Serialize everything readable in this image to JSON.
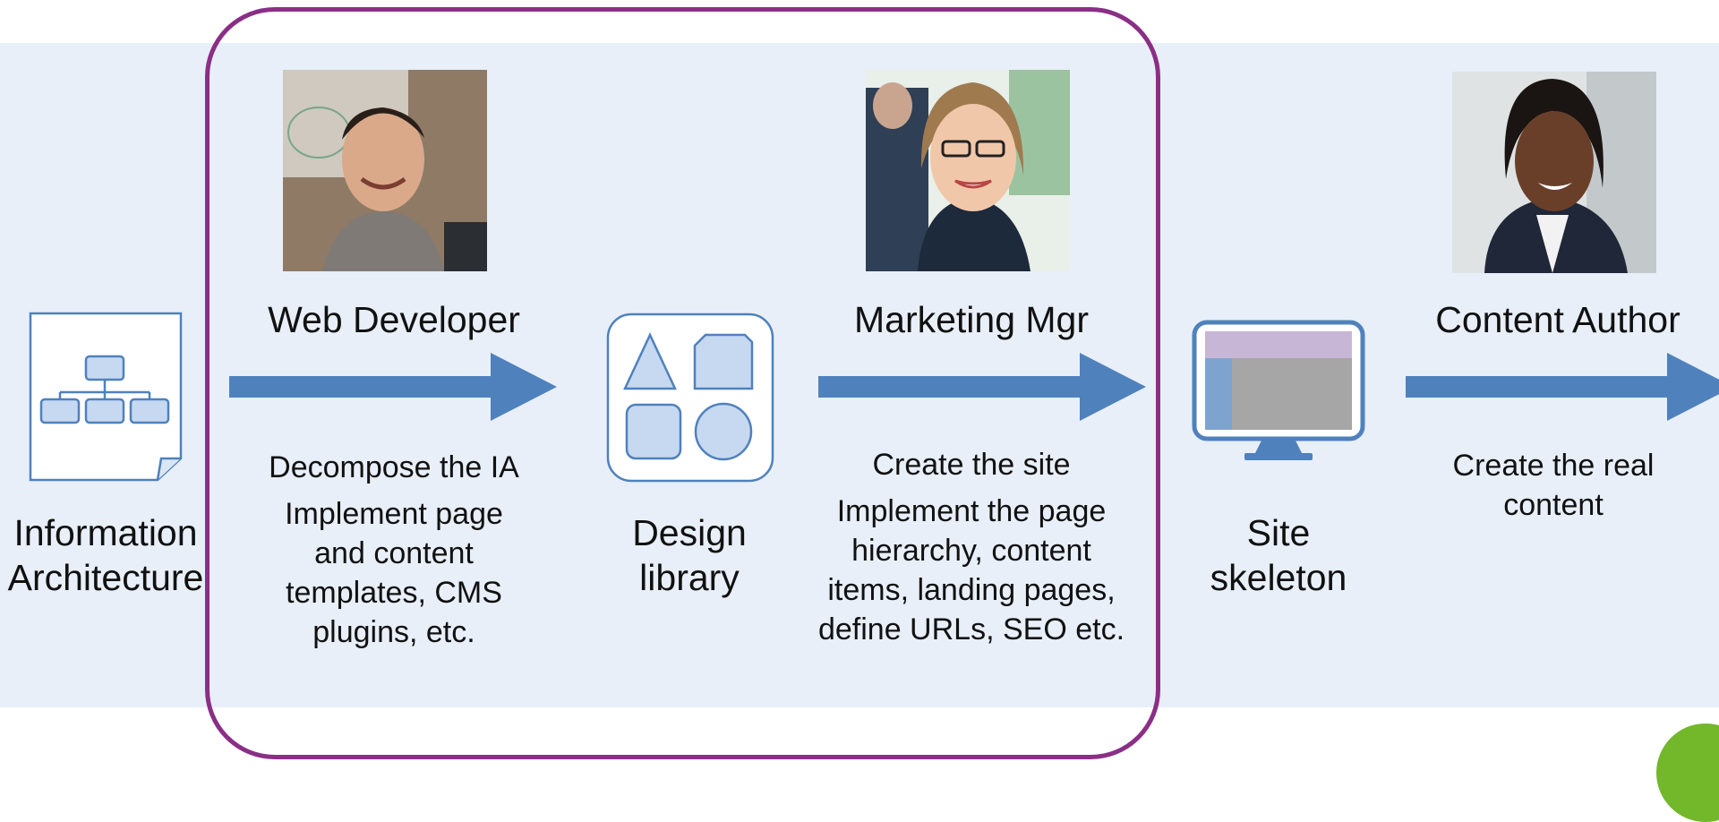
{
  "colors": {
    "band": "#e8eff9",
    "frame": "#8a2f86",
    "arrow": "#4f81bd",
    "icon_fill": "#c6d9f1",
    "icon_stroke": "#4f81bd",
    "accent_green": "#73b72b"
  },
  "steps": [
    {
      "label": "Information Architecture",
      "icon": "org-chart-document-icon"
    },
    {
      "role": "Web Developer",
      "photo": "web-developer-photo",
      "tasks": [
        "Decompose the IA",
        "Implement page and content templates, CMS plugins, etc."
      ]
    },
    {
      "label": "Design library",
      "icon": "shapes-library-icon"
    },
    {
      "role": "Marketing Mgr",
      "photo": "marketing-manager-photo",
      "tasks": [
        "Create the site",
        "Implement the page hierarchy, content items, landing pages, define URLs, SEO etc."
      ]
    },
    {
      "label": "Site skeleton",
      "icon": "monitor-skeleton-icon"
    },
    {
      "role": "Content Author",
      "photo": "content-author-photo",
      "tasks": [
        "Create the real content"
      ]
    }
  ]
}
